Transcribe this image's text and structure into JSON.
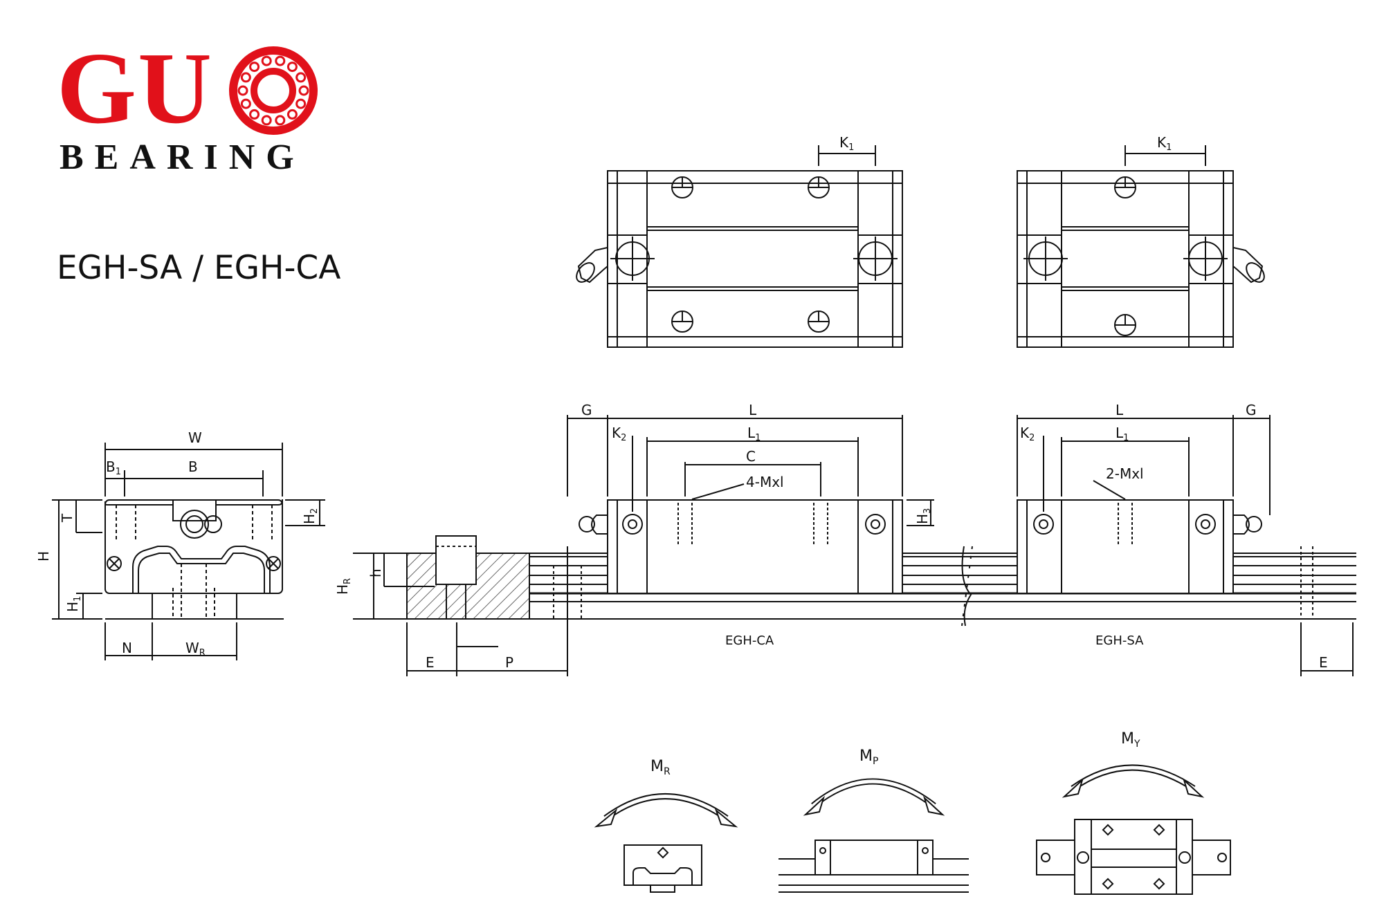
{
  "brand": {
    "word": "GU",
    "subtitle": "BEARING",
    "ring_color": "#e1111a"
  },
  "model": "EGH-SA / EGH-CA",
  "dims": {
    "W": "W",
    "B": "B",
    "B1": "B",
    "B1_sub": "1",
    "T": "T",
    "H": "H",
    "H1": "H",
    "H1_sub": "1",
    "H2": "H",
    "H2_sub": "2",
    "H3": "H",
    "H3_sub": "3",
    "HR": "H",
    "HR_sub": "R",
    "h": "h",
    "N": "N",
    "WR": "W",
    "WR_sub": "R",
    "E": "E",
    "P": "P",
    "G": "G",
    "L": "L",
    "L1": "L",
    "L1_sub": "1",
    "K1": "K",
    "K1_sub": "1",
    "K2": "K",
    "K2_sub": "2",
    "C": "C"
  },
  "callouts": {
    "ca_thread": "4-Mxl",
    "sa_thread": "2-Mxl"
  },
  "labels": {
    "ca": "EGH-CA",
    "sa": "EGH-SA"
  },
  "moments": {
    "MR": "M",
    "MR_sub": "R",
    "MP": "M",
    "MP_sub": "P",
    "MY": "M",
    "MY_sub": "Y"
  }
}
